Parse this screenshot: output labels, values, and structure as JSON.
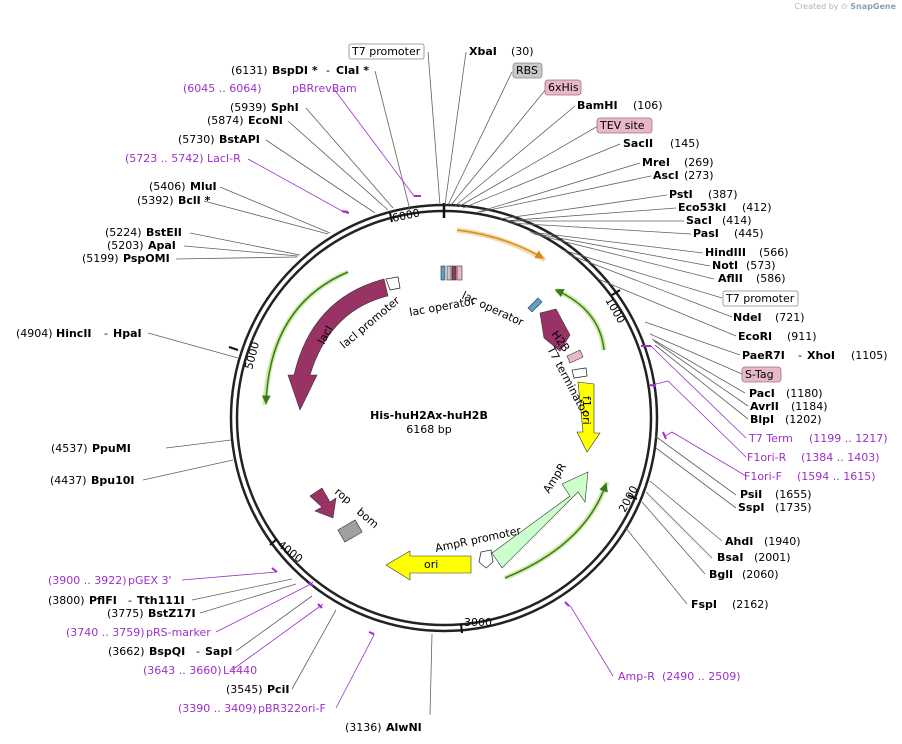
{
  "watermark": {
    "prefix": "Created by",
    "brand": "SnapGene"
  },
  "plasmid": {
    "name": "His-huH2Ax-huH2B",
    "size": "6168 bp"
  },
  "ticks": [
    "6000",
    "1000",
    "2000",
    "3000",
    "4000",
    "5000"
  ],
  "enzymes": [
    {
      "name": "BspDI *",
      "pos": "(6131)",
      "pair": "ClaI *"
    },
    {
      "name": "XbaI",
      "pos": "(30)"
    },
    {
      "name": "SphI",
      "pos": "(5939)"
    },
    {
      "name": "EcoNI",
      "pos": "(5874)"
    },
    {
      "name": "BamHI",
      "pos": "(106)"
    },
    {
      "name": "BstAPI",
      "pos": "(5730)"
    },
    {
      "name": "SacII",
      "pos": "(145)"
    },
    {
      "name": "MreI",
      "pos": "(269)"
    },
    {
      "name": "AscI",
      "pos": "(273)"
    },
    {
      "name": "MluI",
      "pos": "(5406)"
    },
    {
      "name": "BclI *",
      "pos": "(5392)"
    },
    {
      "name": "PstI",
      "pos": "(387)"
    },
    {
      "name": "Eco53kI",
      "pos": "(412)"
    },
    {
      "name": "SacI",
      "pos": "(414)"
    },
    {
      "name": "PasI",
      "pos": "(445)"
    },
    {
      "name": "BstEII",
      "pos": "(5224)"
    },
    {
      "name": "ApaI",
      "pos": "(5203)"
    },
    {
      "name": "PspOMI",
      "pos": "(5199)"
    },
    {
      "name": "HindIII",
      "pos": "(566)"
    },
    {
      "name": "NotI",
      "pos": "(573)"
    },
    {
      "name": "AflII",
      "pos": "(586)"
    },
    {
      "name": "NdeI",
      "pos": "(721)"
    },
    {
      "name": "EcoRI",
      "pos": "(911)"
    },
    {
      "name": "HincII",
      "pos": "(4904)",
      "pair": "HpaI"
    },
    {
      "name": "PaeR7I",
      "pos": "(1105)",
      "pair": "XhoI"
    },
    {
      "name": "PacI",
      "pos": "(1180)"
    },
    {
      "name": "AvrII",
      "pos": "(1184)"
    },
    {
      "name": "BlpI",
      "pos": "(1202)"
    },
    {
      "name": "PpuMI",
      "pos": "(4537)"
    },
    {
      "name": "Bpu10I",
      "pos": "(4437)"
    },
    {
      "name": "PsiI",
      "pos": "(1655)"
    },
    {
      "name": "SspI",
      "pos": "(1735)"
    },
    {
      "name": "AhdI",
      "pos": "(1940)"
    },
    {
      "name": "BsaI",
      "pos": "(2001)"
    },
    {
      "name": "BglI",
      "pos": "(2060)"
    },
    {
      "name": "FspI",
      "pos": "(2162)"
    },
    {
      "name": "PflFI",
      "pos": "(3800)",
      "pair": "Tth111I"
    },
    {
      "name": "BstZ17I",
      "pos": "(3775)"
    },
    {
      "name": "BspQI",
      "pos": "(3662)",
      "pair": "SapI"
    },
    {
      "name": "PciI",
      "pos": "(3545)"
    },
    {
      "name": "AlwNI",
      "pos": "(3136)"
    }
  ],
  "primers": [
    {
      "name": "pBRrevBam",
      "range": "(6045 .. 6064)"
    },
    {
      "name": "LacI-R",
      "range": "(5723 .. 5742)"
    },
    {
      "name": "T7 Term",
      "range": "(1199 .. 1217)"
    },
    {
      "name": "F1ori-R",
      "range": "(1384 .. 1403)"
    },
    {
      "name": "F1ori-F",
      "range": "(1594 .. 1615)"
    },
    {
      "name": "Amp-R",
      "range": "(2490 .. 2509)"
    },
    {
      "name": "pGEX 3'",
      "range": "(3900 .. 3922)"
    },
    {
      "name": "pRS-marker",
      "range": "(3740 .. 3759)"
    },
    {
      "name": "L4440",
      "range": "(3643 .. 3660)"
    },
    {
      "name": "pBR322ori-F",
      "range": "(3390 .. 3409)"
    }
  ],
  "boxed": [
    {
      "label": "T7 promoter",
      "style": "white"
    },
    {
      "label": "RBS",
      "style": "gray"
    },
    {
      "label": "6xHis",
      "style": "pink"
    },
    {
      "label": "TEV site",
      "style": "pink"
    },
    {
      "label": "T7 promoter",
      "style": "white"
    },
    {
      "label": "S-Tag",
      "style": "pink"
    }
  ],
  "features": [
    {
      "label": "lac operator",
      "color": "#ffffff"
    },
    {
      "label": "lac operator",
      "color": "#ffffff"
    },
    {
      "label": "H2B",
      "color": "#993366"
    },
    {
      "label": "T7 terminator",
      "color": "#ffffff"
    },
    {
      "label": "f1 ori",
      "color": "#ffff00"
    },
    {
      "label": "AmpR",
      "color": "#ccffcc"
    },
    {
      "label": "AmpR promoter",
      "color": "#ffffff"
    },
    {
      "label": "ori",
      "color": "#ffff00"
    },
    {
      "label": "rop",
      "color": "#993366"
    },
    {
      "label": "bom",
      "color": "#a0a0a0"
    },
    {
      "label": "lacI",
      "color": "#993366"
    },
    {
      "label": "lacI promoter",
      "color": "#ffffff"
    }
  ]
}
